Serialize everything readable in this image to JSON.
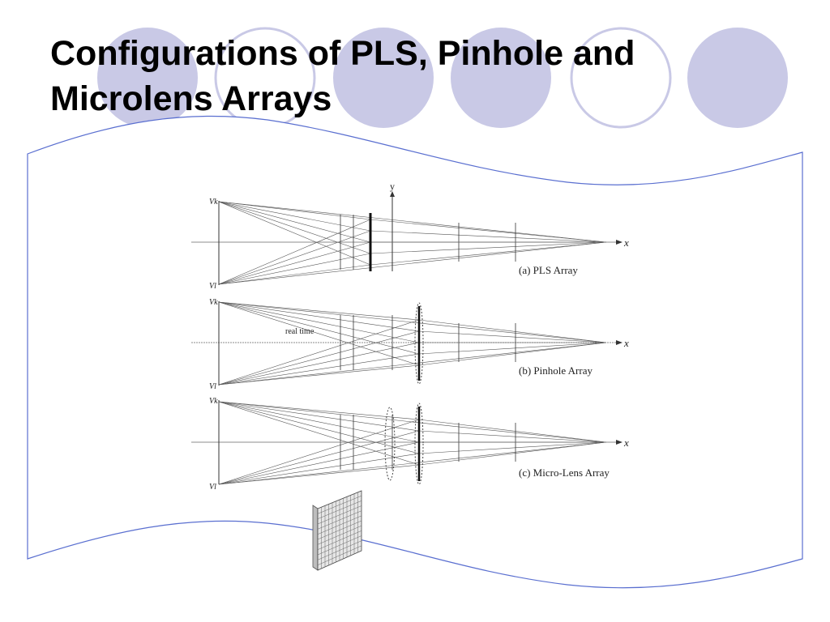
{
  "slide": {
    "title_line1": "Configurations of PLS, Pinhole and",
    "title_line2": "Microlens Arrays",
    "accent_color": "#c9c9e6",
    "border_color": "#5a6fd0"
  },
  "figure": {
    "axis_y_label": "y",
    "panels": [
      {
        "vk_label": "Vk",
        "vl_label": "Vl",
        "x_label": "x",
        "caption": "(a) PLS Array",
        "annotation": ""
      },
      {
        "vk_label": "Vk",
        "vl_label": "Vl",
        "x_label": "x",
        "caption": "(b) Pinhole Array",
        "annotation": "real time"
      },
      {
        "vk_label": "Vk",
        "vl_label": "Vl",
        "x_label": "x",
        "caption": "(c) Micro-Lens Array",
        "annotation": ""
      }
    ]
  }
}
